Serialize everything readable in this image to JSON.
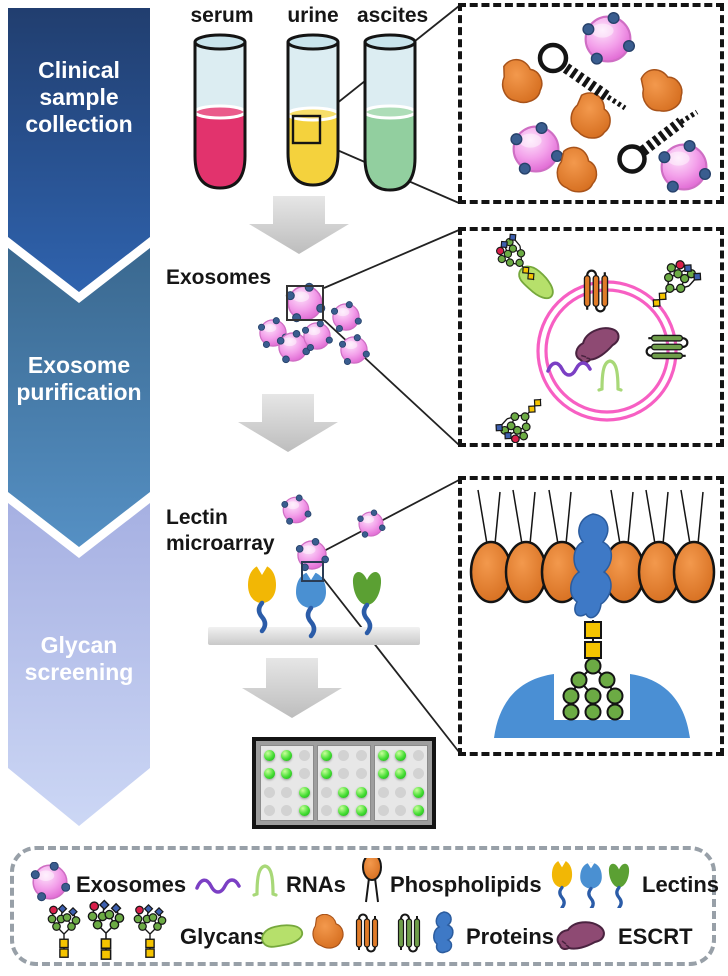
{
  "figure": {
    "description": "Workflow of exosome isolation and glycan screening by lectin microarray"
  },
  "workflow": {
    "steps": [
      {
        "label": "Clinical sample collection"
      },
      {
        "label": "Exosome purification"
      },
      {
        "label": "Glycan screening"
      }
    ]
  },
  "samples": {
    "tubes": [
      {
        "label": "serum",
        "liquid_color": "#e2336d"
      },
      {
        "label": "urine",
        "liquid_color": "#f4d23d"
      },
      {
        "label": "ascites",
        "liquid_color": "#92cf9f"
      }
    ]
  },
  "main": {
    "exosomes_label": "Exosomes",
    "lectin_line1": "Lectin",
    "lectin_line2": "microarray"
  },
  "microarray": {
    "panels": [
      [
        "110",
        "110",
        "001",
        "001"
      ],
      [
        "100",
        "100",
        "011",
        "011"
      ],
      [
        "110",
        "110",
        "001",
        "001"
      ]
    ],
    "positive_spot_color": "#35cc2b",
    "empty_spot_color": "#d2d2d2"
  },
  "legend": {
    "exosomes": "Exosomes",
    "rnas": "RNAs",
    "phospholipids": "Phospholipids",
    "lectins": "Lectins",
    "glycans": "Glycans",
    "proteins": "Proteins",
    "escrt": "ESCRT"
  },
  "palette": {
    "step1_top": "#213e6f",
    "step1_bottom": "#2f63ae",
    "step2_top": "#3a688f",
    "step2_bottom": "#5590c4",
    "step3_top": "#a6b0e2",
    "step3_bottom": "#ccd7f5",
    "exosome_pink": "#ed8ade",
    "exosome_dot_navy": "#3a5d8f",
    "membrane_pink": "#f75fc3",
    "lectin_yellow": "#f2b705",
    "lectin_blue": "#4a90d2",
    "lectin_green": "#5ba033",
    "protein_orange": "#e07b28",
    "escrt_purple": "#8e4a73",
    "rna_purple": "#7b3fc4",
    "rna_green": "#a8d878",
    "glycan_green": "#6cab44",
    "glycan_yellow": "#f5c400",
    "glycan_blue": "#3d5fae",
    "glycan_red": "#d81f4a",
    "arrow_gray": "#cfcfcf"
  }
}
